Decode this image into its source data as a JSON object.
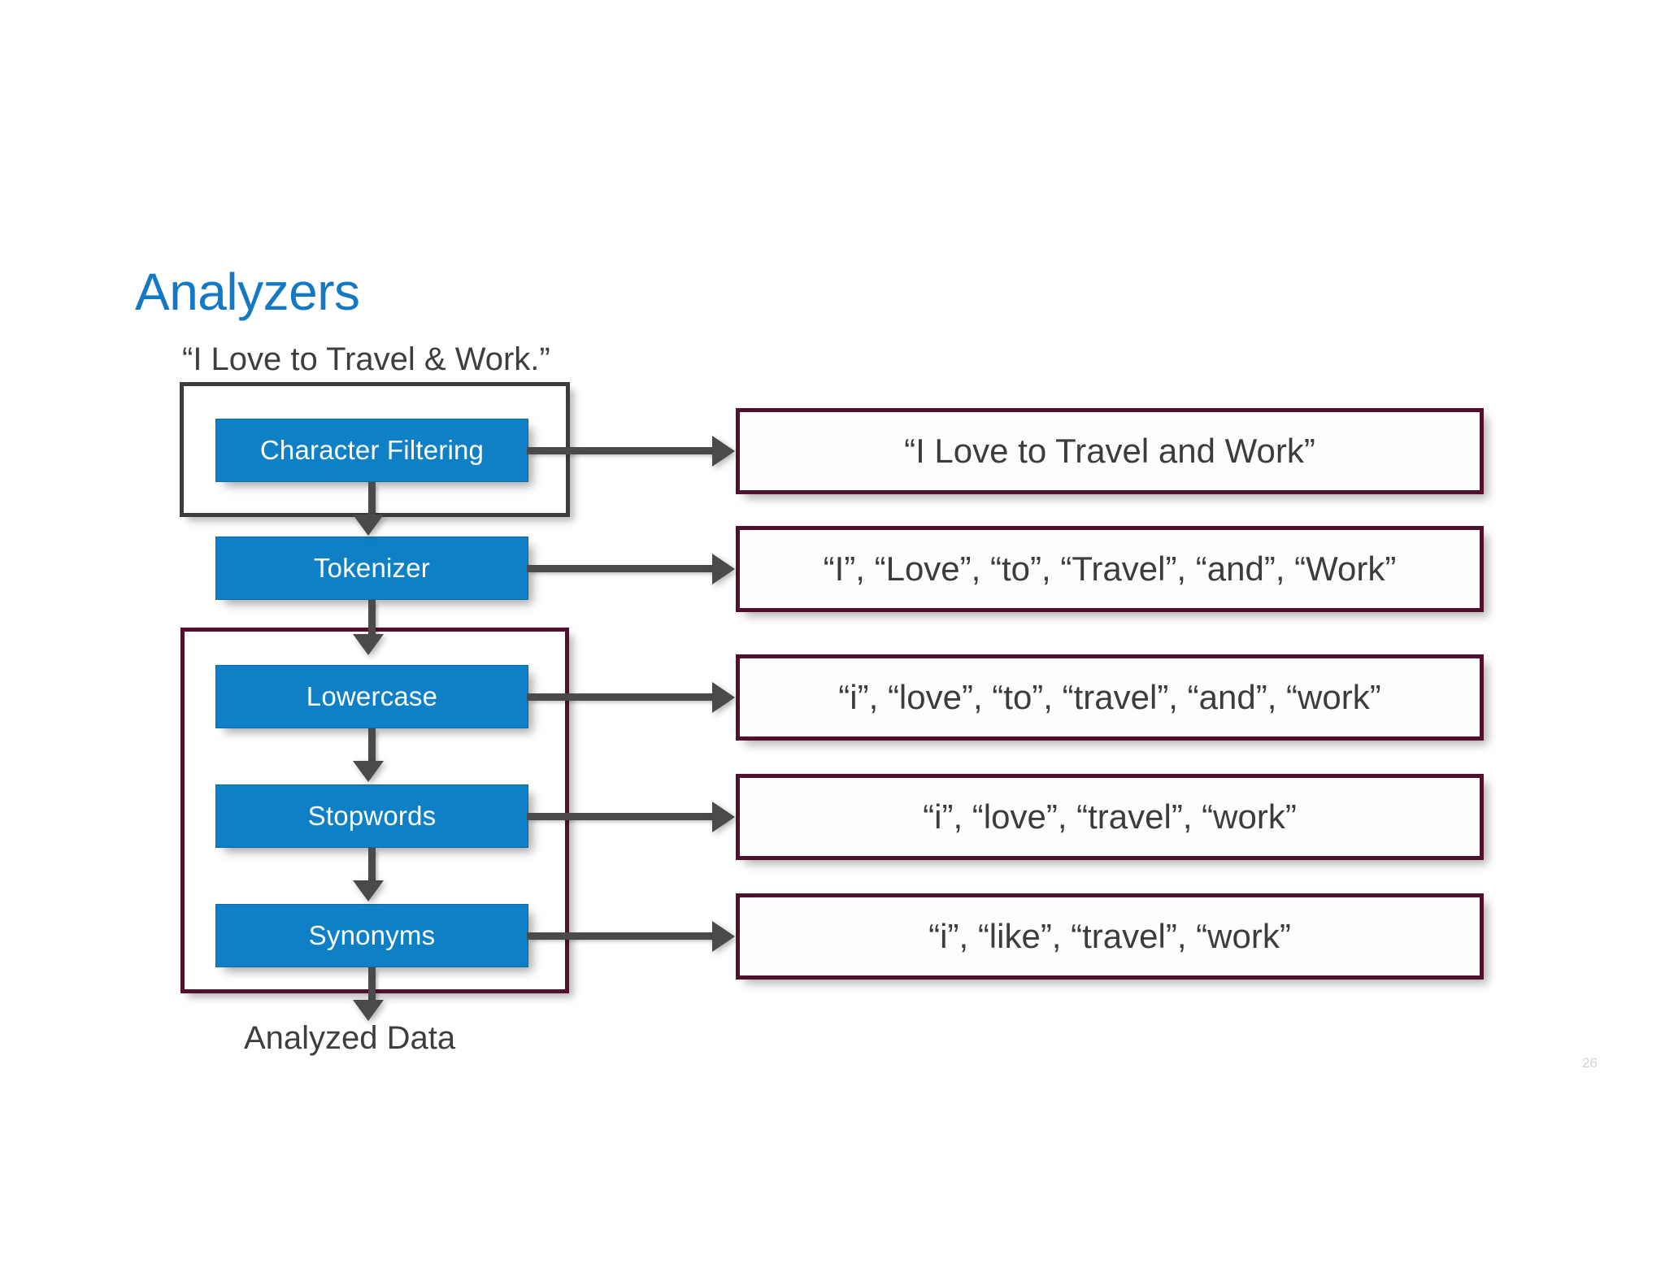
{
  "slide": {
    "title": "Analyzers",
    "page_number": "26",
    "accent_color": "#1479c4",
    "stage_color": "#0f80c6",
    "group_gray_color": "#3c3c3c",
    "group_maroon_color": "#51102e",
    "connector_color": "#4a4a4a"
  },
  "input": {
    "caption": "“I Love to Travel & Work.”"
  },
  "pipeline": {
    "stages": [
      {
        "label": "Character Filtering"
      },
      {
        "label": "Tokenizer"
      },
      {
        "label": "Lowercase"
      },
      {
        "label": "Stopwords"
      },
      {
        "label": "Synonyms"
      }
    ],
    "output_label": "Analyzed Data"
  },
  "outputs": [
    {
      "text": "“I Love to Travel and Work”"
    },
    {
      "text": "“I”, “Love”, “to”, “Travel”, “and”, “Work”"
    },
    {
      "text": "“i”, “love”, “to”, “travel”, “and”, “work”"
    },
    {
      "text": "“i”, “love”, “travel”, “work”"
    },
    {
      "text": "“i”, “like”, “travel”, “work”"
    }
  ]
}
